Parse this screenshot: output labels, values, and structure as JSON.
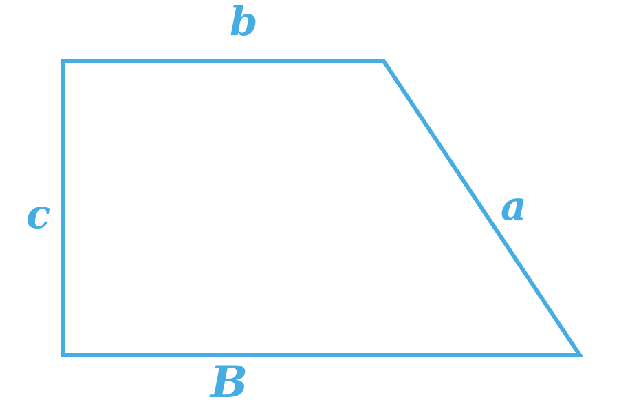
{
  "diagram": {
    "shape": "right trapezoid",
    "stroke_color": "#45ade3",
    "background_color": "#ffffff",
    "labels": {
      "top_side": "b",
      "left_side": "c",
      "slanted_side": "a",
      "bottom_side": "B"
    }
  }
}
